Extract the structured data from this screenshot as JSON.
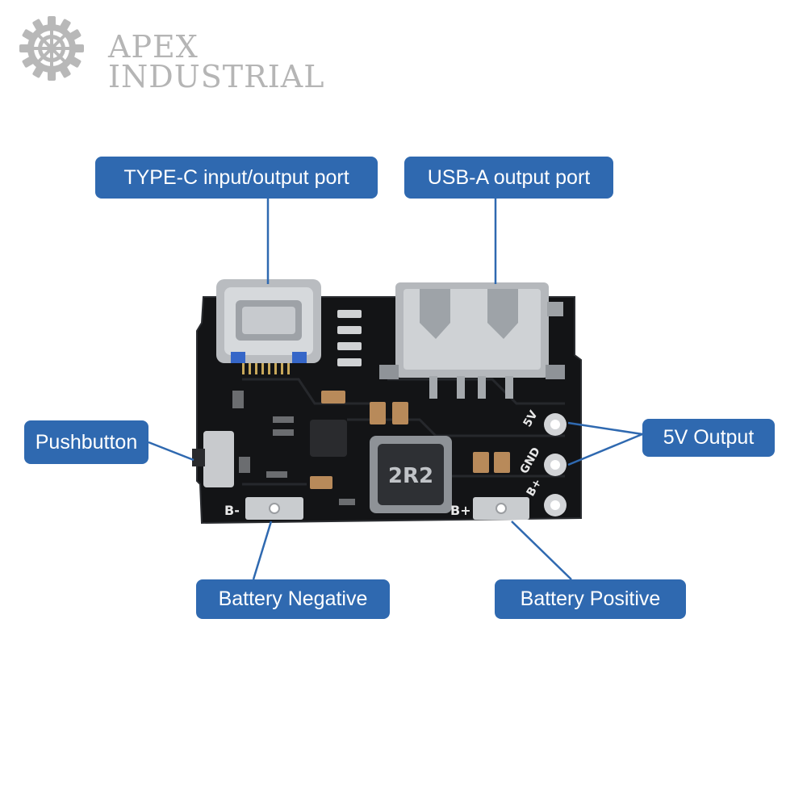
{
  "brand": {
    "line1": "APEX",
    "line2": "INDUSTRIAL",
    "logo_icon": "gear-icon",
    "color": "#b5b5b5"
  },
  "callouts": {
    "type_c": "TYPE-C input/output port",
    "usb_a": "USB-A output port",
    "pushbutton": "Pushbutton",
    "output_5v": "5V Output",
    "battery_negative": "Battery Negative",
    "battery_positive": "Battery Positive"
  },
  "board": {
    "inductor_label": "2R2",
    "pad_labels": [
      "5V",
      "GND",
      "B+"
    ],
    "battery_negative_label": "B-",
    "battery_positive_label": "B+"
  },
  "colors": {
    "callout_bg": "#2f69b0",
    "callout_text": "#ffffff",
    "pcb": "#111214",
    "leader": "#2f69b0"
  }
}
